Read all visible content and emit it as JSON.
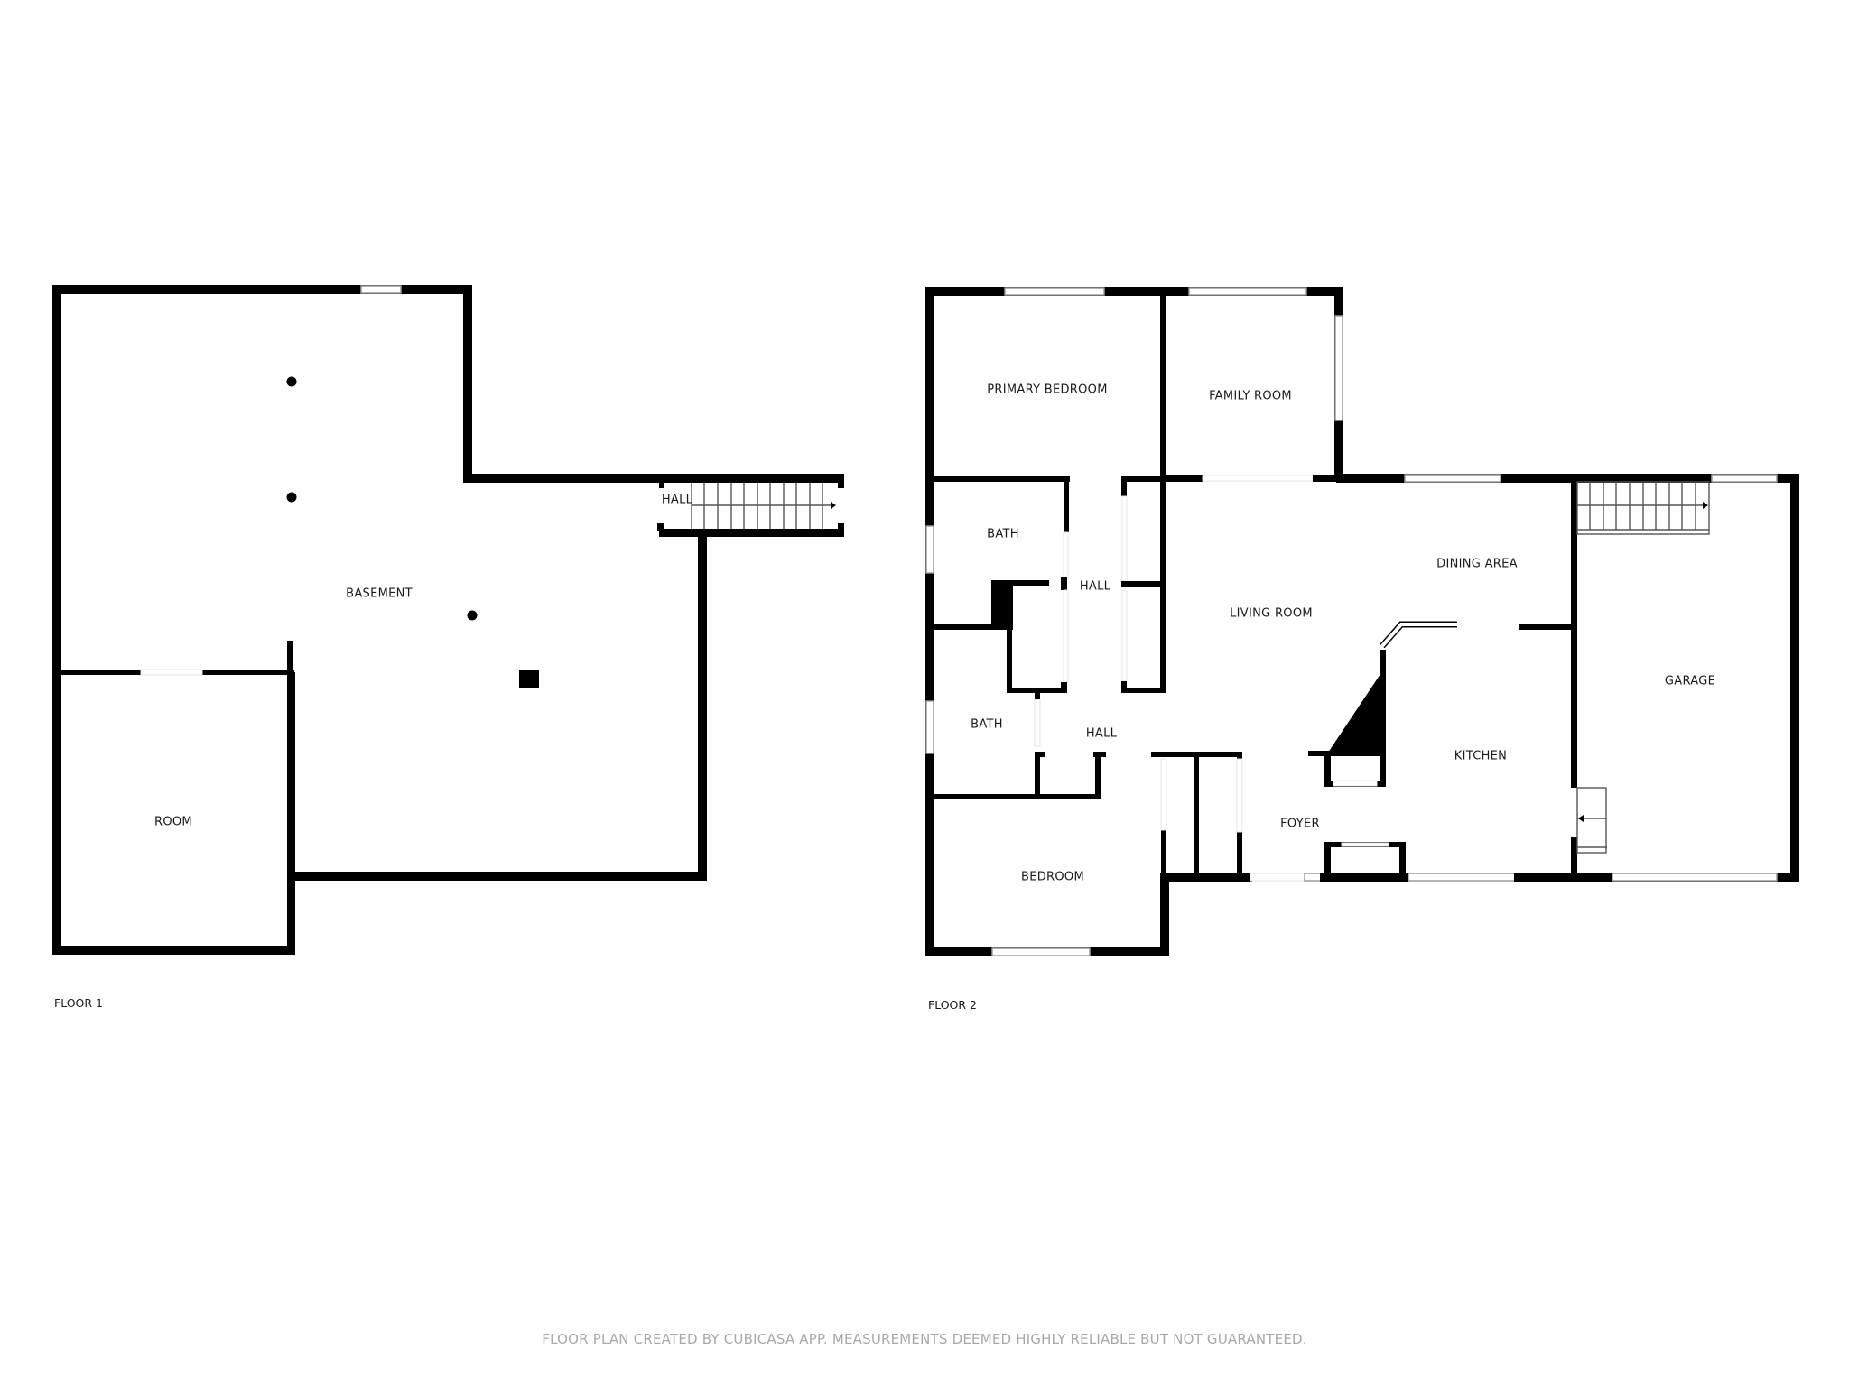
{
  "floors": [
    {
      "label": "FLOOR 1",
      "rooms": [
        {
          "name": "BASEMENT"
        },
        {
          "name": "ROOM"
        },
        {
          "name": "HALL"
        }
      ]
    },
    {
      "label": "FLOOR 2",
      "rooms": [
        {
          "name": "PRIMARY BEDROOM"
        },
        {
          "name": "FAMILY ROOM"
        },
        {
          "name": "BATH"
        },
        {
          "name": "HALL"
        },
        {
          "name": "LIVING ROOM"
        },
        {
          "name": "DINING AREA"
        },
        {
          "name": "BATH"
        },
        {
          "name": "HALL"
        },
        {
          "name": "KITCHEN"
        },
        {
          "name": "GARAGE"
        },
        {
          "name": "FOYER"
        },
        {
          "name": "BEDROOM"
        }
      ]
    }
  ],
  "footer": "FLOOR PLAN CREATED BY CUBICASA APP. MEASUREMENTS DEEMED HIGHLY RELIABLE BUT NOT GUARANTEED.",
  "colors": {
    "wall": "#000000",
    "background": "#ffffff",
    "footer_text": "#a8a8a8"
  }
}
